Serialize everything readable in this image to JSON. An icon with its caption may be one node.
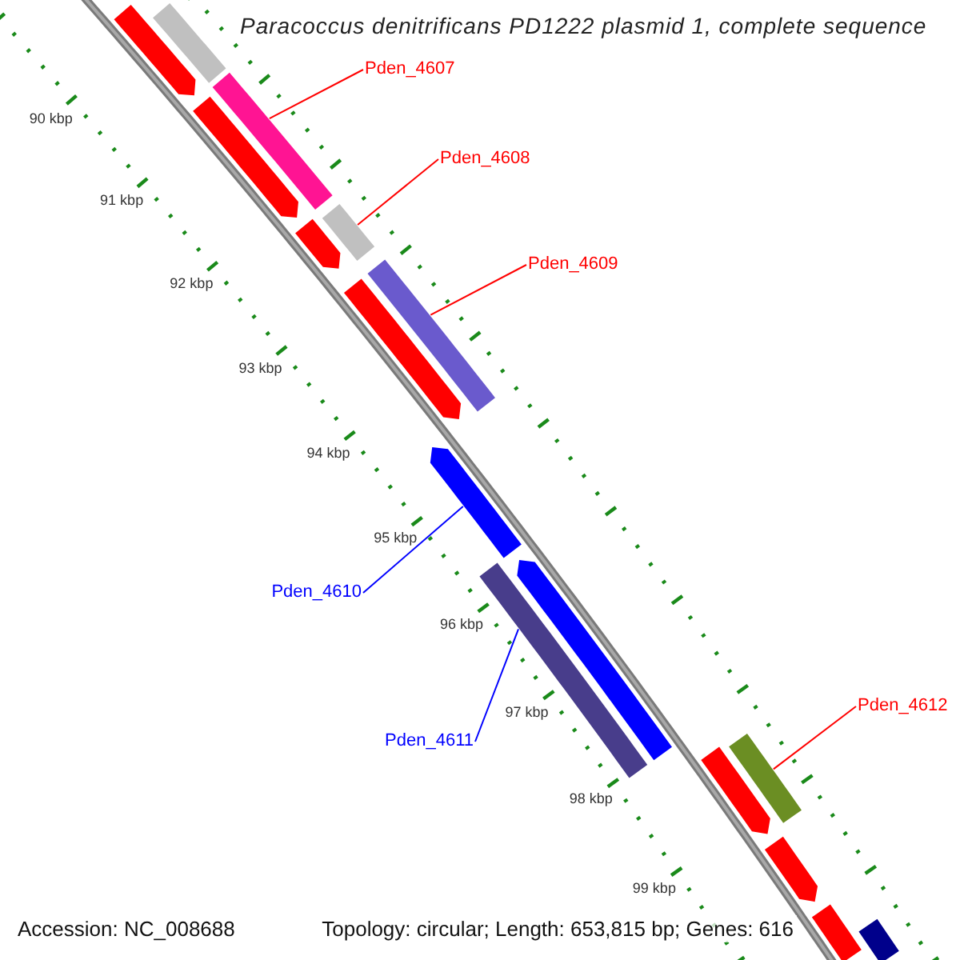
{
  "diagram": {
    "title": "Paracoccus denitrificans PD1222 plasmid 1, complete sequence",
    "nodes": [
      {
        "text": [
          "Pden_4607"
        ]
      },
      {
        "text": [
          "Pden_4608"
        ]
      },
      {
        "text": [
          "Pden_4609"
        ]
      },
      {
        "text": [
          "Pden_4610"
        ]
      },
      {
        "text": [
          "Pden_4611"
        ]
      },
      {
        "text": [
          "Pden_4612"
        ]
      },
      {
        "text": [],
        "shape": "bar"
      },
      {
        "text": [],
        "shape": "bar"
      },
      {
        "text": [],
        "shape": "bar"
      },
      {
        "text": [],
        "shape": "bar"
      },
      {
        "text": [],
        "shape": "bar"
      },
      {
        "text": [],
        "shape": "bar"
      },
      {
        "text": [],
        "shape": "bar"
      },
      {
        "text": [],
        "shape": "bar"
      },
      {
        "text": [],
        "shape": "bar"
      },
      {
        "text": [],
        "shape": "bar"
      },
      {
        "text": [],
        "shape": "bar"
      },
      {
        "text": [],
        "shape": "bar"
      },
      {
        "text": [],
        "shape": "bar"
      },
      {
        "text": [],
        "shape": "bar"
      },
      {
        "text": [],
        "shape": "bar"
      },
      {
        "text": [],
        "shape": "bar"
      }
    ],
    "edges": [
      {
        "from": 0,
        "to": 6,
        "arrow": "none"
      },
      {
        "from": 1,
        "to": 7,
        "arrow": "none"
      },
      {
        "from": 2,
        "to": 8,
        "arrow": "none"
      },
      {
        "from": 3,
        "to": 9,
        "arrow": "none",
        "color": "#0000ff"
      },
      {
        "from": 4,
        "to": 10,
        "arrow": "none",
        "color": "#0000ff"
      },
      {
        "from": 5,
        "to": 11,
        "arrow": "none"
      }
    ],
    "labels": [
      "90 kbp",
      "91 kbp",
      "92 kbp",
      "93 kbp",
      "94 kbp",
      "95 kbp",
      "96 kbp",
      "97 kbp",
      "98 kbp",
      "99 kbp",
      "Accession: NC_008688",
      "Topology: circular; Length: 653,815 bp; Genes: 616"
    ]
  }
}
